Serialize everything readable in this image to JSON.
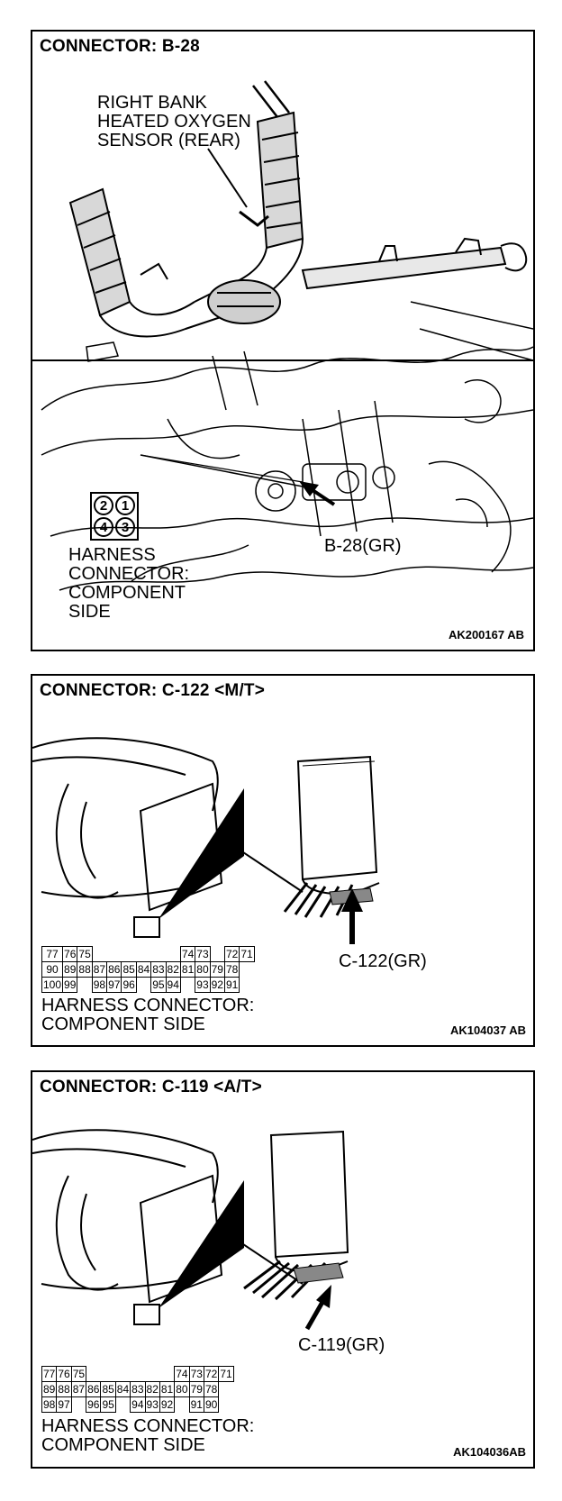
{
  "panels": [
    {
      "title": "CONNECTOR: B-28",
      "component_label": [
        "RIGHT BANK",
        "HEATED OXYGEN",
        "SENSOR (REAR)"
      ],
      "pins": [
        "2",
        "1",
        "4",
        "3"
      ],
      "harness_label": [
        "HARNESS",
        "CONNECTOR:",
        "COMPONENT",
        "SIDE"
      ],
      "connector_callout": "B-28(GR)",
      "figure_code": "AK200167 AB"
    },
    {
      "title": "CONNECTOR: C-122 <M/T>",
      "connector_callout": "C-122(GR)",
      "rows": [
        [
          "77",
          "76",
          "75",
          "",
          "",
          "",
          "",
          "",
          "",
          "74",
          "73",
          "",
          "72",
          "71"
        ],
        [
          "90",
          "89",
          "88",
          "87",
          "86",
          "85",
          "84",
          "83",
          "82",
          "81",
          "80",
          "79",
          "78"
        ],
        [
          "100",
          "99",
          "",
          "98",
          "97",
          "96",
          "",
          "95",
          "94",
          "",
          "93",
          "92",
          "91"
        ]
      ],
      "harness_label": [
        "HARNESS CONNECTOR:",
        "COMPONENT SIDE"
      ],
      "figure_code": "AK104037 AB"
    },
    {
      "title": "CONNECTOR: C-119 <A/T>",
      "connector_callout": "C-119(GR)",
      "rows": [
        [
          "77",
          "76",
          "75",
          "",
          "",
          "",
          "",
          "",
          "",
          "74",
          "73",
          "72",
          "71"
        ],
        [
          "89",
          "88",
          "87",
          "86",
          "85",
          "84",
          "83",
          "82",
          "81",
          "80",
          "79",
          "78"
        ],
        [
          "98",
          "97",
          "",
          "96",
          "95",
          "",
          "94",
          "93",
          "92",
          "",
          "91",
          "90"
        ]
      ],
      "harness_label": [
        "HARNESS CONNECTOR:",
        "COMPONENT SIDE"
      ],
      "figure_code": "AK104036AB"
    }
  ]
}
